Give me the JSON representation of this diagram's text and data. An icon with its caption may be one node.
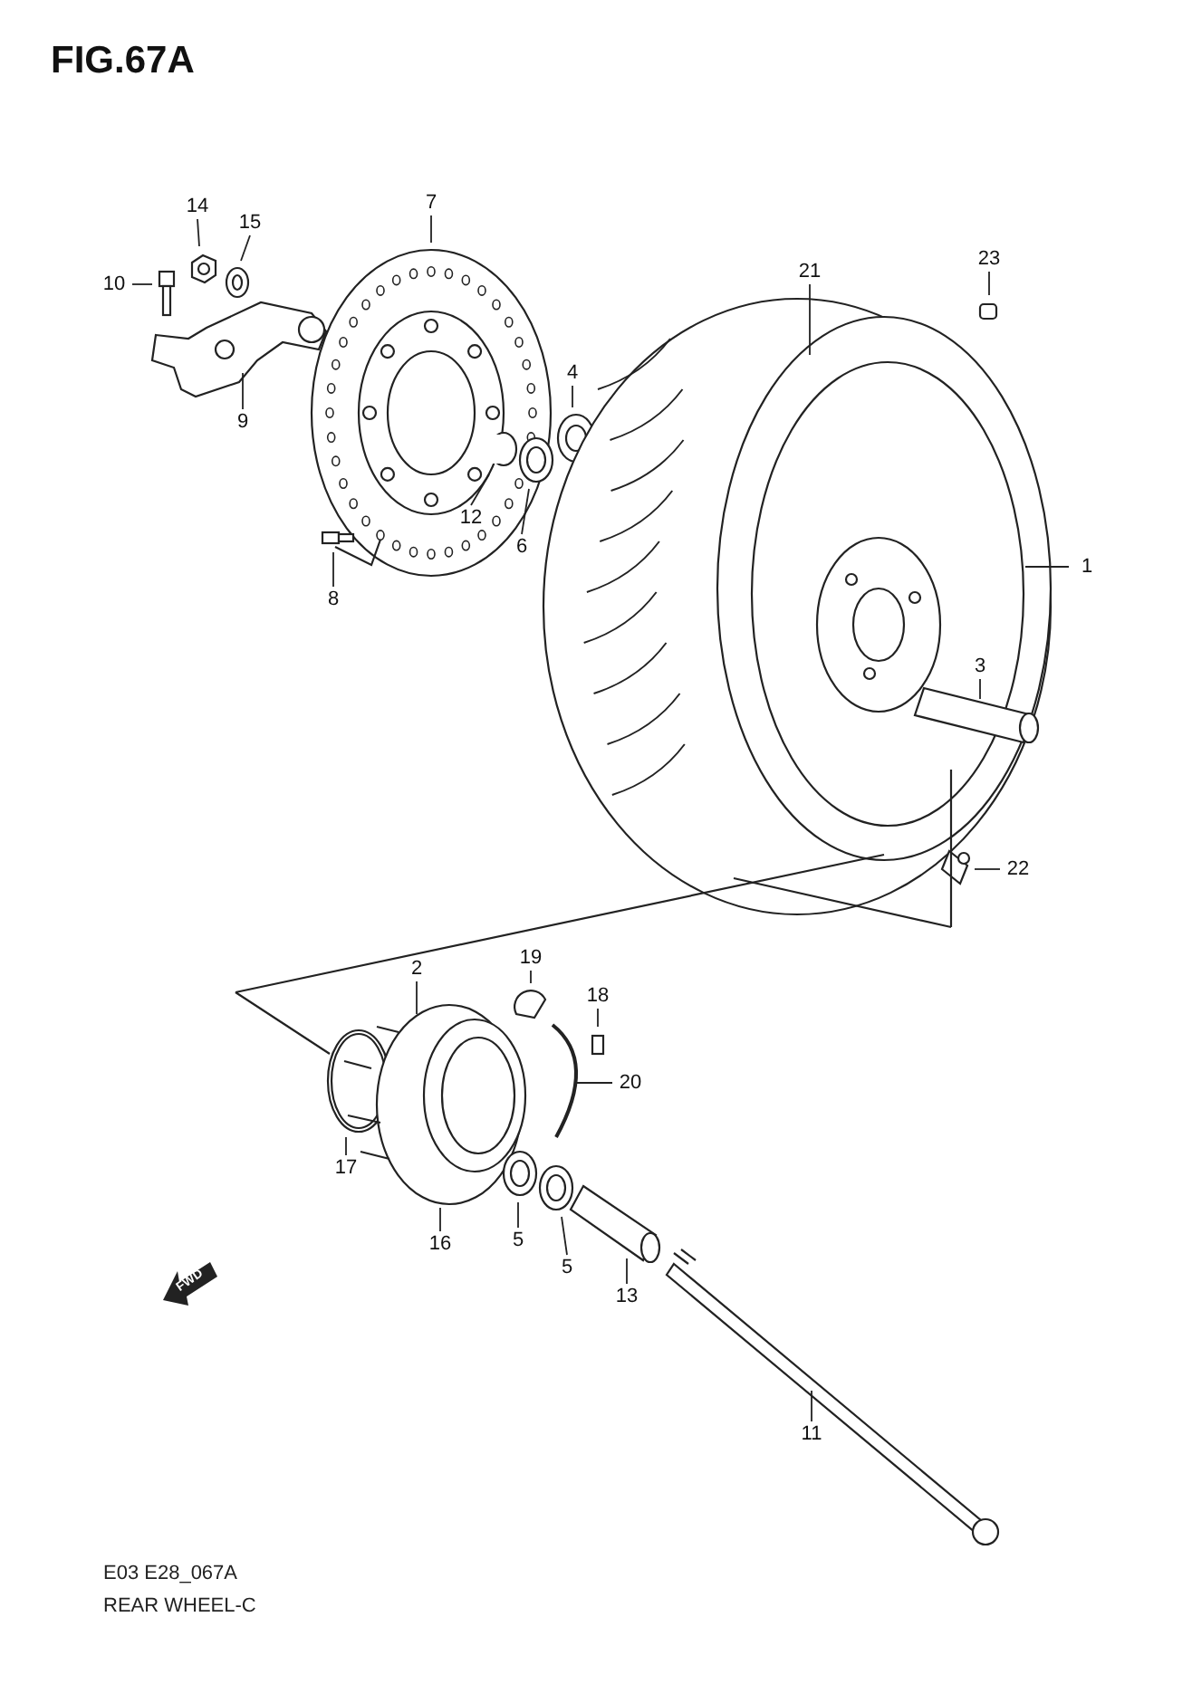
{
  "diagram": {
    "title": "FIG.67A",
    "nodes": [
      {
        "text": [
          "14"
        ]
      },
      {
        "text": [
          "15"
        ]
      },
      {
        "text": [
          "7"
        ]
      },
      {
        "text": [
          "10"
        ]
      },
      {
        "text": [
          "23"
        ]
      },
      {
        "text": [
          "21"
        ]
      },
      {
        "text": [
          "4"
        ]
      },
      {
        "text": [
          "9"
        ]
      },
      {
        "text": [
          "12"
        ]
      },
      {
        "text": [
          "6"
        ]
      },
      {
        "text": [
          "1"
        ]
      },
      {
        "text": [
          "8"
        ]
      },
      {
        "text": [
          "3"
        ]
      },
      {
        "text": [
          "22"
        ]
      },
      {
        "text": [
          "19"
        ]
      },
      {
        "text": [
          "2"
        ]
      },
      {
        "text": [
          "18"
        ]
      },
      {
        "text": [
          "20"
        ]
      },
      {
        "text": [
          "17"
        ]
      },
      {
        "text": [
          "16"
        ]
      },
      {
        "text": [
          "5"
        ]
      },
      {
        "text": [
          "5"
        ]
      },
      {
        "text": [
          "13"
        ]
      },
      {
        "text": [
          "11"
        ]
      }
    ],
    "edges": [
      {
        "from": 0,
        "to": null,
        "arrow": "none"
      },
      {
        "from": 1,
        "to": null,
        "arrow": "none"
      },
      {
        "from": 2,
        "to": null,
        "arrow": "none"
      },
      {
        "from": 3,
        "to": null,
        "arrow": "none"
      },
      {
        "from": 4,
        "to": null,
        "arrow": "none"
      },
      {
        "from": 5,
        "to": null,
        "arrow": "none"
      },
      {
        "from": 6,
        "to": null,
        "arrow": "none"
      },
      {
        "from": 7,
        "to": null,
        "arrow": "none"
      },
      {
        "from": 8,
        "to": null,
        "arrow": "none"
      },
      {
        "from": 9,
        "to": null,
        "arrow": "none"
      },
      {
        "from": 10,
        "to": null,
        "arrow": "none"
      },
      {
        "from": 11,
        "to": null,
        "arrow": "none"
      },
      {
        "from": 12,
        "to": null,
        "arrow": "none"
      },
      {
        "from": 13,
        "to": null,
        "arrow": "none"
      },
      {
        "from": 14,
        "to": null,
        "arrow": "none"
      },
      {
        "from": 15,
        "to": null,
        "arrow": "none"
      },
      {
        "from": 16,
        "to": null,
        "arrow": "none"
      },
      {
        "from": 17,
        "to": null,
        "arrow": "none"
      },
      {
        "from": 18,
        "to": null,
        "arrow": "none"
      },
      {
        "from": 19,
        "to": null,
        "arrow": "none"
      },
      {
        "from": 20,
        "to": null,
        "arrow": "none"
      },
      {
        "from": 21,
        "to": null,
        "arrow": "none"
      },
      {
        "from": 22,
        "to": null,
        "arrow": "none"
      },
      {
        "from": 23,
        "to": null,
        "arrow": "none"
      }
    ],
    "labels": [
      "FWD",
      "E03 E28_067A",
      "REAR WHEEL-C"
    ]
  }
}
